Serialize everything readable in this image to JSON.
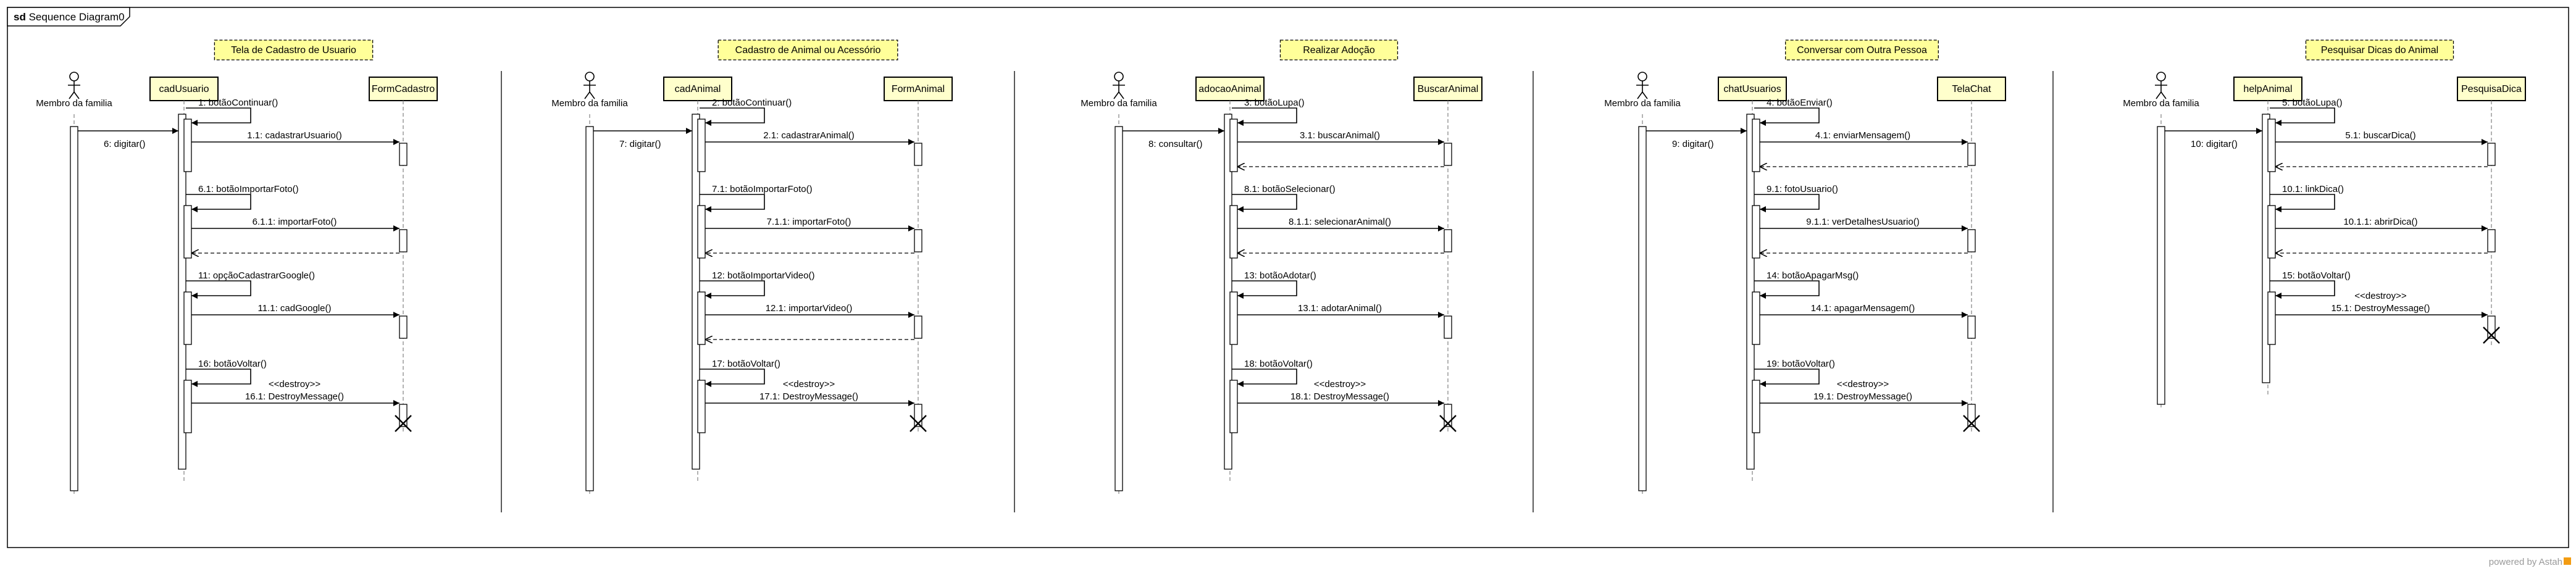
{
  "frame": {
    "keyword": "sd",
    "title": "Sequence Diagram0"
  },
  "powered": {
    "text": "powered by Astah",
    "accent": "#f39c12"
  },
  "colors": {
    "note_fill": "#ffff99",
    "object_fill": "#ffffcc",
    "lifeline": "#808080",
    "line": "#000000"
  },
  "panels": [
    {
      "note": "Tela de Cadastro de Usuario",
      "actor": "Membro da familia",
      "control": "cadUsuario",
      "boundary": "FormCadastro",
      "trigger": "6: digitar()",
      "groups": [
        {
          "self": "1: botãoContinuar()",
          "call": "1.1: cadastrarUsuario()",
          "ret": false
        },
        {
          "self": "6.1: botãoImportarFoto()",
          "call": "6.1.1: importarFoto()",
          "ret": true
        },
        {
          "self": "11: opçãoCadastrarGoogle()",
          "call": "11.1: cadGoogle()",
          "ret": false
        },
        {
          "self": "16: botãoVoltar()",
          "call": "16.1: DestroyMessage()",
          "destroy": true,
          "stereo": "<<destroy>>"
        }
      ]
    },
    {
      "note": "Cadastro de Animal ou Acessório",
      "actor": "Membro da familia",
      "control": "cadAnimal",
      "boundary": "FormAnimal",
      "trigger": "7: digitar()",
      "groups": [
        {
          "self": "2: botãoContinuar()",
          "call": "2.1: cadastrarAnimal()",
          "ret": false
        },
        {
          "self": "7.1: botãoImportarFoto()",
          "call": "7.1.1: importarFoto()",
          "ret": true
        },
        {
          "self": "12: botãoImportarVideo()",
          "call": "12.1: importarVideo()",
          "ret": true
        },
        {
          "self": "17: botãoVoltar()",
          "call": "17.1: DestroyMessage()",
          "destroy": true,
          "stereo": "<<destroy>>"
        }
      ]
    },
    {
      "note": "Realizar Adoção",
      "actor": "Membro da familia",
      "control": "adocaoAnimal",
      "boundary": "BuscarAnimal",
      "trigger": "8: consultar()",
      "groups": [
        {
          "self": "3: botãoLupa()",
          "call": "3.1: buscarAnimal()",
          "ret": true
        },
        {
          "self": "8.1: botãoSelecionar()",
          "call": "8.1.1: selecionarAnimal()",
          "ret": true
        },
        {
          "self": "13: botãoAdotar()",
          "call": "13.1: adotarAnimal()",
          "ret": false
        },
        {
          "self": "18: botãoVoltar()",
          "call": "18.1: DestroyMessage()",
          "destroy": true,
          "stereo": "<<destroy>>"
        }
      ]
    },
    {
      "note": "Conversar com Outra Pessoa",
      "actor": "Membro da familia",
      "control": "chatUsuarios",
      "boundary": "TelaChat",
      "trigger": "9: digitar()",
      "groups": [
        {
          "self": "4: botãoEnviar()",
          "call": "4.1: enviarMensagem()",
          "ret": true
        },
        {
          "self": "9.1: fotoUsuario()",
          "call": "9.1.1: verDetalhesUsuario()",
          "ret": true
        },
        {
          "self": "14: botãoApagarMsg()",
          "call": "14.1: apagarMensagem()",
          "ret": false
        },
        {
          "self": "19: botãoVoltar()",
          "call": "19.1: DestroyMessage()",
          "destroy": true,
          "stereo": "<<destroy>>"
        }
      ]
    },
    {
      "note": "Pesquisar Dicas do Animal",
      "actor": "Membro da familia",
      "control": "helpAnimal",
      "boundary": "PesquisaDica",
      "trigger": "10: digitar()",
      "groups": [
        {
          "self": "5: botãoLupa()",
          "call": "5.1: buscarDica()",
          "ret": true
        },
        {
          "self": "10.1: linkDica()",
          "call": "10.1.1: abrirDica()",
          "ret": true
        },
        {
          "self": "15: botãoVoltar()",
          "call": "15.1: DestroyMessage()",
          "destroy": true,
          "stereo": "<<destroy>>"
        }
      ]
    }
  ]
}
